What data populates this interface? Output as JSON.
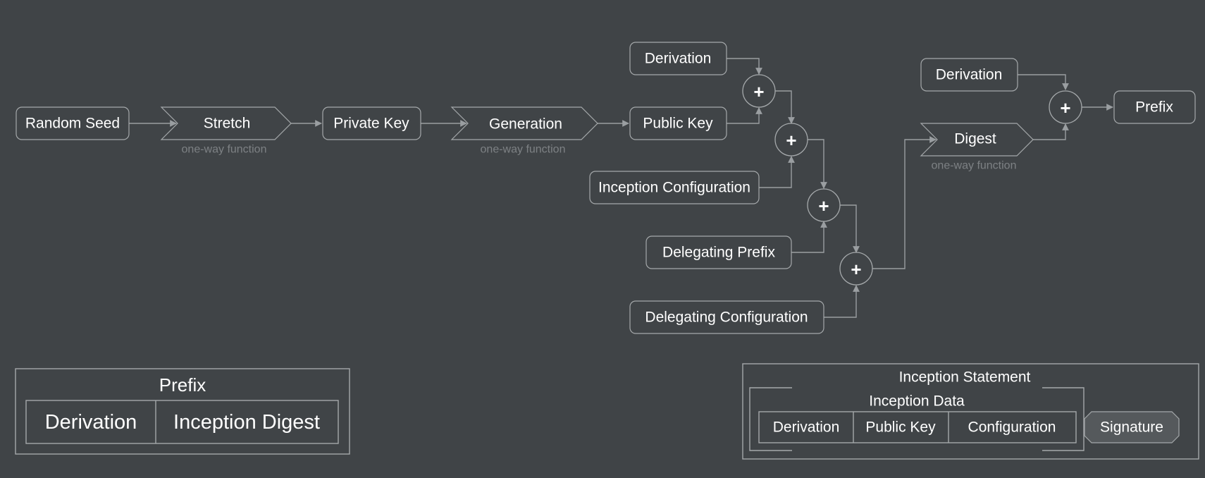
{
  "flow": {
    "random_seed": "Random Seed",
    "stretch": "Stretch",
    "stretch_note": "one-way function",
    "private_key": "Private Key",
    "generation": "Generation",
    "generation_note": "one-way function",
    "public_key": "Public Key",
    "derivation_top": "Derivation",
    "inception_configuration": "Inception Configuration",
    "delegating_prefix": "Delegating Prefix",
    "delegating_configuration": "Delegating Configuration",
    "digest": "Digest",
    "digest_note": "one-way function",
    "derivation_right": "Derivation",
    "prefix": "Prefix",
    "combine_symbol": "+"
  },
  "prefix_legend": {
    "title": "Prefix",
    "cells": [
      "Derivation",
      "Inception Digest"
    ]
  },
  "inception_statement": {
    "title": "Inception Statement",
    "data_title": "Inception Data",
    "cells": [
      "Derivation",
      "Public Key",
      "Configuration"
    ],
    "signature": "Signature"
  },
  "colors": {
    "background": "#404447",
    "border": "#a5a9ab",
    "text": "#ffffff",
    "note_text": "#7d8184",
    "signature_fill": "#55595c"
  }
}
